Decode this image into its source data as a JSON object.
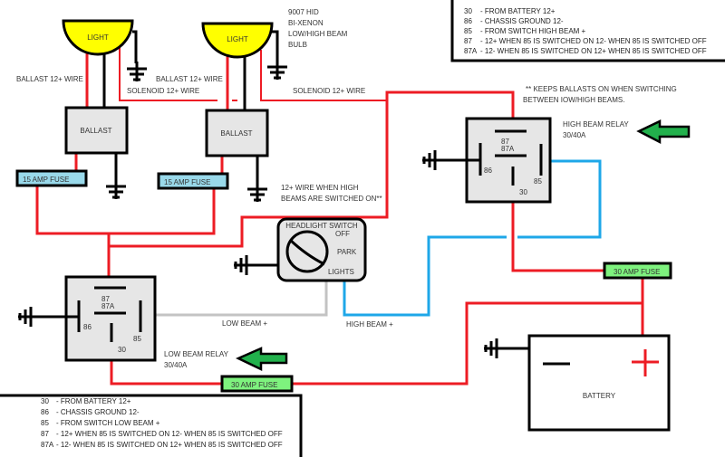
{
  "colors": {
    "wire_power": "#ed1c24",
    "wire_high_beam": "#1ea7e8",
    "wire_low_beam": "#c3c3c3",
    "ground": "#000000",
    "light": "#ffff00",
    "fuse_15a": "#99d9ea",
    "fuse_30a": "#7ef27e",
    "arrow": "#22b14c",
    "component": "#e6e6e6"
  },
  "lights": [
    {
      "label": "LIGHT"
    },
    {
      "label": "LIGHT"
    }
  ],
  "bulb_note": [
    "9007     HID",
    "BI-XENON",
    "LOW/HIGH BEAM",
    "BULB"
  ],
  "wire_labels": {
    "ballast_left": "BALLAST 12+ WIRE",
    "ballast_right": "BALLAST 12+ WIRE",
    "solenoid_left": "SOLENOID 12+ WIRE",
    "solenoid_right": "SOLENOID 12+ WIRE",
    "high_beam_wire": [
      "12+ WIRE WHEN HIGH",
      "BEAMS ARE SWITCHED ON**"
    ],
    "low_beam": "LOW BEAM +",
    "high_beam": "HIGH BEAM +"
  },
  "ballasts": [
    {
      "label": "BALLAST"
    },
    {
      "label": "BALLAST"
    }
  ],
  "fuses": {
    "left_15a": "15  AMP FUSE",
    "right_15a": "15  AMP FUSE",
    "high_30a": "30 AMP FUSE",
    "low_30a": "30 AMP FUSE"
  },
  "note_keep_ballasts": [
    "**  KEEPS BALLASTS ON WHEN SWITCHING",
    "BETWEEN IOW/HIGH BEAMS."
  ],
  "high_beam_relay": {
    "title": "HIGH BEAM RELAY",
    "rating": "30/40A",
    "pins": {
      "p87": "87",
      "p87a": "87A",
      "p86": "86",
      "p85": "85",
      "p30": "30"
    }
  },
  "low_beam_relay": {
    "title": "LOW BEAM RELAY",
    "rating": "30/40A",
    "pins": {
      "p87": "87",
      "p87a": "87A",
      "p86": "86",
      "p85": "85",
      "p30": "30"
    }
  },
  "headlight_switch": {
    "title": "HEADLIGHT SWITCH",
    "positions": [
      "OFF",
      "PARK",
      "LIGHTS"
    ]
  },
  "battery": {
    "label": "BATTERY",
    "negative_symbol": "−",
    "positive_symbol": "+"
  },
  "legend_high_beam": [
    {
      "pin": "30",
      "desc": "-  FROM BATTERY 12+"
    },
    {
      "pin": "86",
      "desc": "-  CHASSIS GROUND 12-"
    },
    {
      "pin": "85",
      "desc": "-  FROM SWITCH HIGH BEAM +"
    },
    {
      "pin": "87",
      "desc": "-  12+ WHEN 85 IS SWITCHED ON  12- WHEN 85 IS SWITCHED OFF"
    },
    {
      "pin": "87A",
      "desc": "-  12- WHEN 85 IS SWITCHED ON  12+ WHEN 85 IS SWITCHED OFF"
    }
  ],
  "legend_low_beam": [
    {
      "pin": "30",
      "desc": "-  FROM BATTERY 12+"
    },
    {
      "pin": "86",
      "desc": "-  CHASSIS GROUND 12-"
    },
    {
      "pin": "85",
      "desc": "-  FROM SWITCH LOW BEAM +"
    },
    {
      "pin": "87",
      "desc": "-  12+ WHEN 85 IS SWITCHED ON  12- WHEN 85 IS SWITCHED OFF"
    },
    {
      "pin": "87A",
      "desc": "-  12- WHEN 85 IS SWITCHED ON  12+ WHEN 85 IS SWITCHED OFF"
    }
  ]
}
